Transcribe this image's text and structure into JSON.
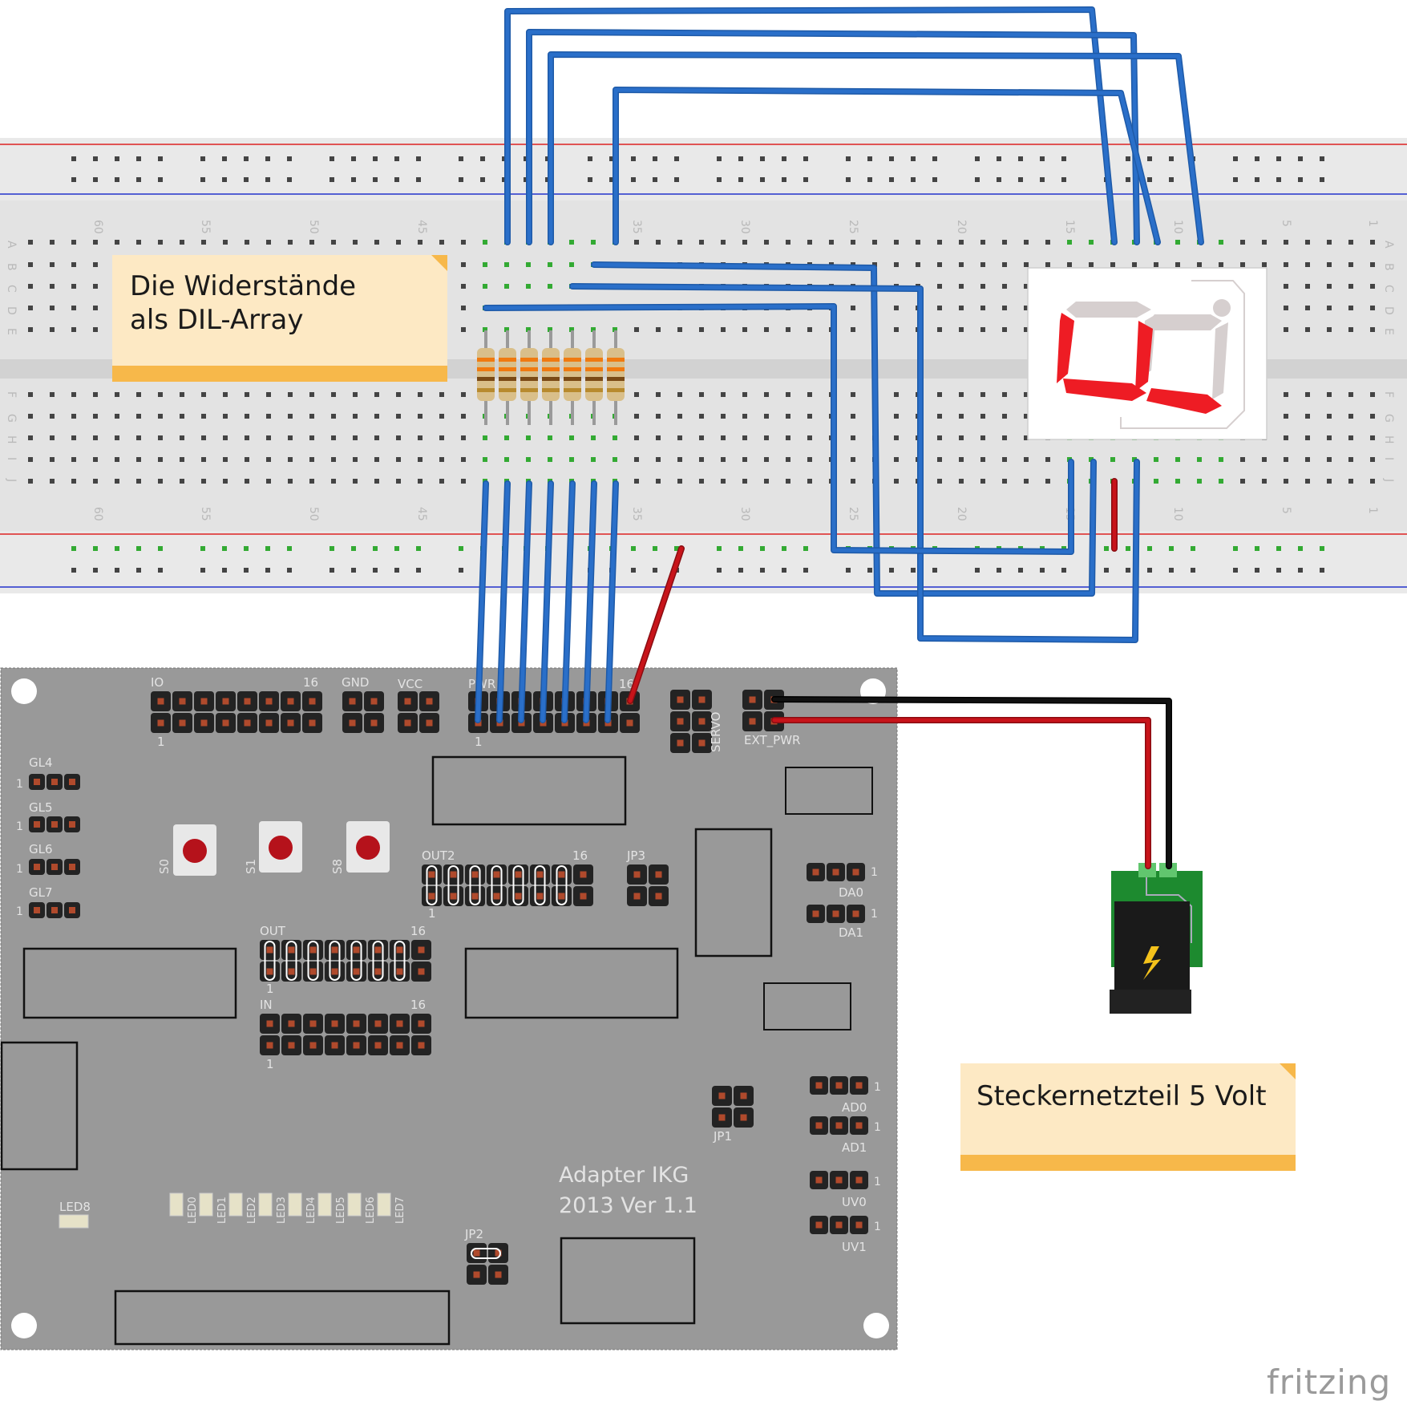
{
  "breadboard": {
    "column_numbers_top": [
      "60",
      "55",
      "50",
      "45",
      "35",
      "30",
      "25",
      "20",
      "15",
      "10",
      "5",
      "1"
    ],
    "column_numbers_bottom": [
      "60",
      "55",
      "50",
      "45",
      "35",
      "30",
      "25",
      "20",
      "15",
      "10",
      "5",
      "1"
    ],
    "row_letters_top": [
      "A",
      "B",
      "C",
      "D",
      "E"
    ],
    "row_letters_bottom": [
      "F",
      "G",
      "H",
      "I",
      "J"
    ]
  },
  "notes": {
    "resistors_line1": "Die Widerstände",
    "resistors_line2": "als DIL-Array",
    "power": "Steckernetzteil 5 Volt"
  },
  "board": {
    "title_line1": "Adapter IKG",
    "title_line2": "2013 Ver 1.1",
    "labels": {
      "io": "IO",
      "io_16": "16",
      "io_1": "1",
      "gnd": "GND",
      "vcc": "VCC",
      "pwr": "PWR",
      "pwr_16": "16",
      "pwr_1": "1",
      "servo": "SERVO",
      "ext_pwr": "EXT_PWR",
      "gl4": "GL4",
      "gl5": "GL5",
      "gl6": "GL6",
      "gl7": "GL7",
      "one": "1",
      "s0": "S0",
      "s1": "S1",
      "s8": "S8",
      "out2": "OUT2",
      "out2_16": "16",
      "out2_1": "1",
      "jp3": "JP3",
      "da0": "DA0",
      "da1": "DA1",
      "out": "OUT",
      "out_16": "16",
      "out_1": "1",
      "in": "IN",
      "in_16": "16",
      "in_1": "1",
      "jp1": "JP1",
      "ad0": "AD0",
      "ad1": "AD1",
      "uv0": "UV0",
      "uv1": "UV1",
      "led8": "LED8",
      "jp2": "JP2",
      "leds": [
        "LED0",
        "LED1",
        "LED2",
        "LED3",
        "LED4",
        "LED5",
        "LED6",
        "LED7"
      ]
    }
  },
  "watermark": "fritzing",
  "colors": {
    "wire_blue": "#2a6fc9",
    "wire_red": "#c8141a",
    "wire_black": "#111111",
    "board_gray": "#999999",
    "breadboard": "#e6e6e6",
    "segment_red": "#ee1c24",
    "note_fill": "#fde9c4",
    "note_bar": "#f7b84a"
  }
}
